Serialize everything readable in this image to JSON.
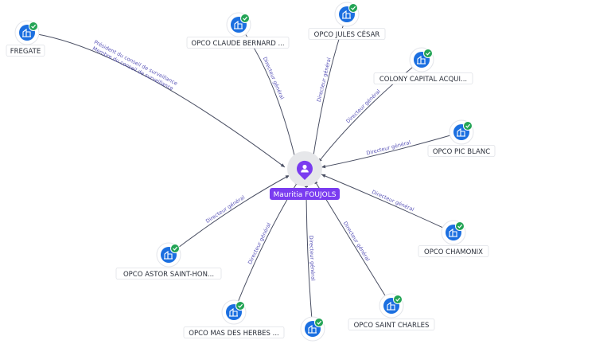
{
  "center": {
    "name": "Mauritia FOUJOLS",
    "icon": "person-icon",
    "color": "#7a3cf0"
  },
  "colors": {
    "company": "#1b6fe0",
    "verified": "#23a455",
    "edge_label": "#5a55b8"
  },
  "company_icon": "building-icon",
  "verified_icon": "check-icon",
  "nodes": [
    {
      "name": "FREGATE",
      "roles": [
        "Président du conseil de surveillance",
        "Membre du conseil de surveillance"
      ]
    },
    {
      "name": "OPCO CLAUDE BERNARD ...",
      "roles": [
        "Directeur général"
      ]
    },
    {
      "name": "OPCO JULES CÉSAR",
      "roles": [
        "Directeur général"
      ]
    },
    {
      "name": "COLONY CAPITAL ACQUI...",
      "roles": [
        "Directeur général"
      ]
    },
    {
      "name": "OPCO PIC BLANC",
      "roles": [
        "Directeur général"
      ]
    },
    {
      "name": "OPCO CHAMONIX",
      "roles": [
        "Directeur général"
      ]
    },
    {
      "name": "OPCO SAINT CHARLES",
      "roles": [
        "Directeur général"
      ]
    },
    {
      "name": "",
      "roles": [
        "Directeur général"
      ]
    },
    {
      "name": "OPCO MAS DES HERBES ...",
      "roles": [
        "Directeur général"
      ]
    },
    {
      "name": "OPCO ASTOR SAINT-HON...",
      "roles": [
        "Directeur général"
      ]
    }
  ]
}
